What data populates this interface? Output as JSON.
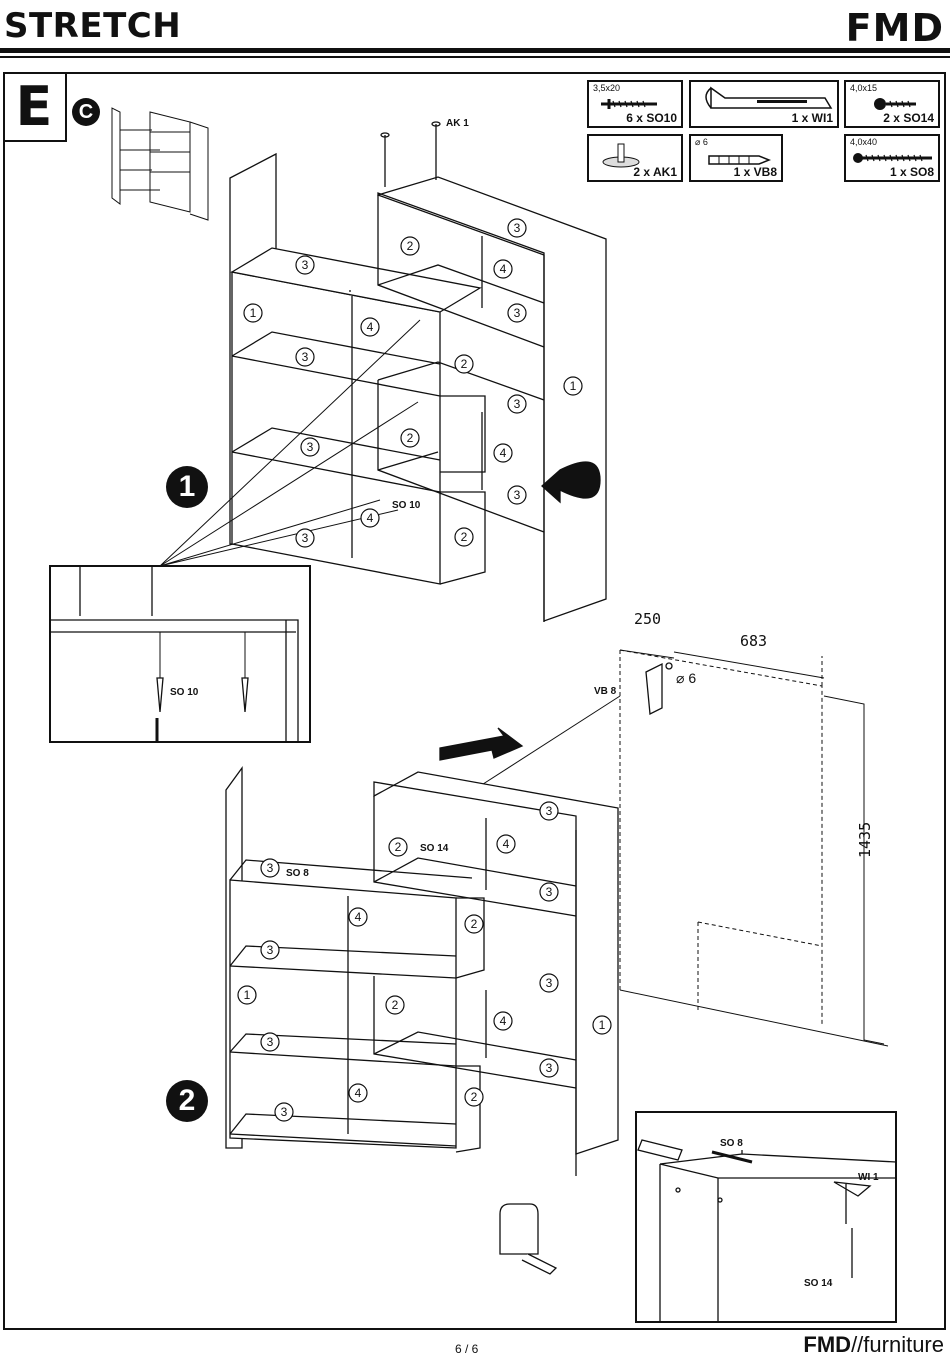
{
  "header": {
    "title": "STRETCH",
    "brand": "FMD"
  },
  "step": {
    "letter": "E",
    "copyright": "C"
  },
  "parts": [
    {
      "size": "3,5x20",
      "qty": "6 x SO10",
      "icon": "screw-icon"
    },
    {
      "size": "",
      "qty": "1 x WI1",
      "icon": "angle-bracket-icon"
    },
    {
      "size": "4,0x15",
      "qty": "2 x SO14",
      "icon": "screw-icon"
    },
    {
      "size": "",
      "qty": "2 x AK1",
      "icon": "pin-icon"
    },
    {
      "size": "⌀ 6",
      "qty": "1 x VB8",
      "icon": "wall-plug-icon"
    },
    {
      "size": "4,0x40",
      "qty": "1 x SO8",
      "icon": "long-screw-icon"
    }
  ],
  "steps": {
    "one": "1",
    "two": "2"
  },
  "labels": {
    "ak1": "AK 1",
    "so10_a": "SO 10",
    "so10_b": "SO 10",
    "vb8": "VB 8",
    "diam6": "⌀ 6",
    "so14_a": "SO 14",
    "so8_a": "SO 8",
    "so8_b": "SO 8",
    "wi1": "WI 1",
    "so14_b": "SO 14"
  },
  "dimensions": {
    "d250": "250",
    "d683": "683",
    "d1435": "1435"
  },
  "part_numbers": {
    "top": [
      "3",
      "2",
      "4",
      "3",
      "3",
      "1",
      "4",
      "3",
      "2",
      "1",
      "3",
      "2",
      "4",
      "3",
      "3",
      "4",
      "3",
      "2"
    ],
    "bottom": [
      "3",
      "2",
      "4",
      "3",
      "3",
      "4",
      "2",
      "3",
      "1",
      "1",
      "3",
      "2",
      "4",
      "3",
      "4",
      "2",
      "3",
      "3"
    ]
  },
  "footer": {
    "page": "6 / 6",
    "brand_bold": "FMD",
    "brand_rest": "//furniture"
  }
}
